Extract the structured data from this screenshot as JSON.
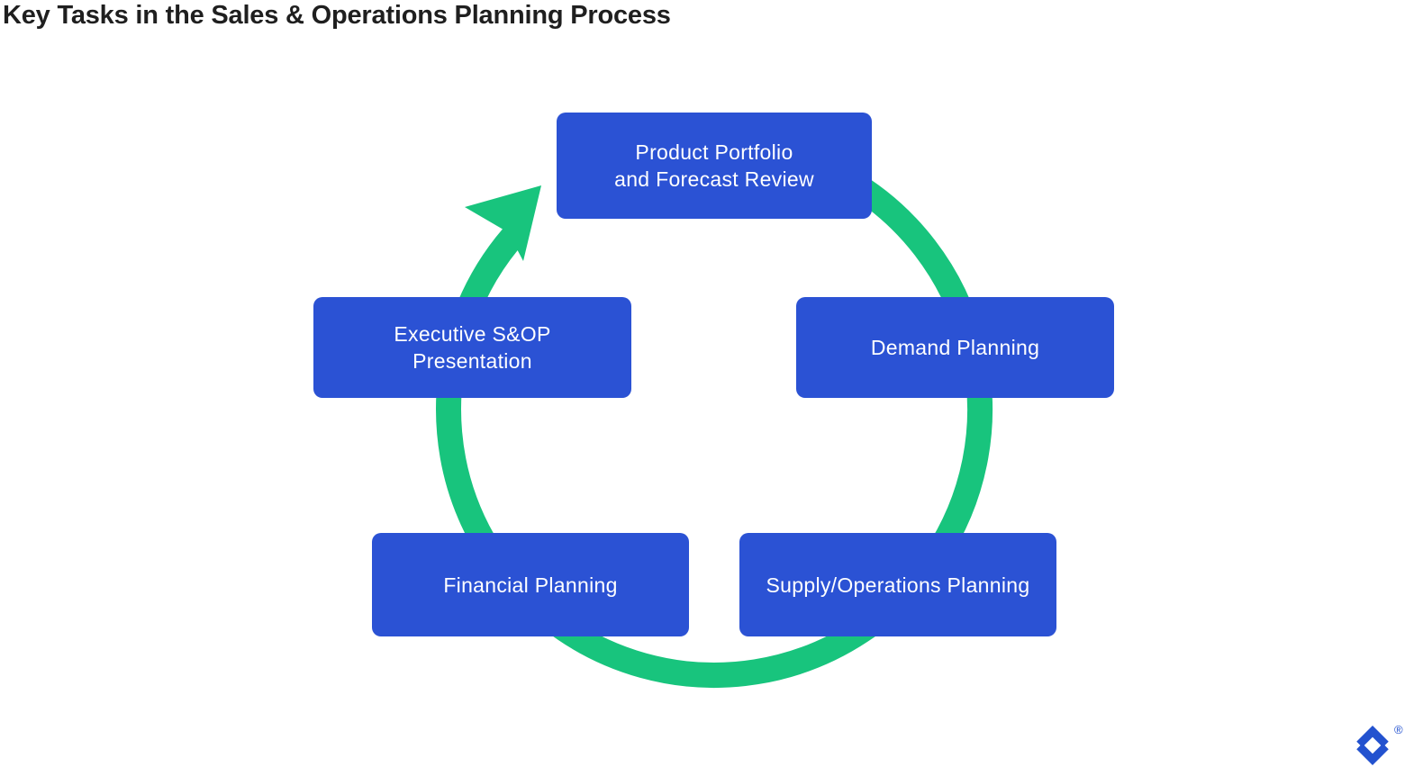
{
  "title": "Key Tasks in the Sales & Operations Planning Process",
  "diagram": {
    "type": "cycle",
    "flow": "clockwise",
    "nodes": [
      {
        "position": "top",
        "label": "Product Portfolio and Forecast Review",
        "lines": [
          "Product Portfolio",
          "and Forecast Review"
        ]
      },
      {
        "position": "middle-left",
        "label": "Executive S&OP Presentation",
        "lines": [
          "Executive S&OP",
          "Presentation"
        ]
      },
      {
        "position": "middle-right",
        "label": "Demand Planning",
        "lines": [
          "Demand Planning"
        ]
      },
      {
        "position": "bottom-left",
        "label": "Financial Planning",
        "lines": [
          "Financial Planning"
        ]
      },
      {
        "position": "bottom-right",
        "label": "Supply/Operations Planning",
        "lines": [
          "Supply/Operations Planning"
        ]
      }
    ]
  },
  "colors": {
    "background": "#ffffff",
    "node_fill": "#2b52d4",
    "node_text": "#ffffff",
    "arrow_green": "#18c47d",
    "title_text": "#1f1f1f",
    "logo_blue": "#2352cf"
  },
  "logo": {
    "name": "toptal-logomark",
    "registered_mark": "®"
  }
}
